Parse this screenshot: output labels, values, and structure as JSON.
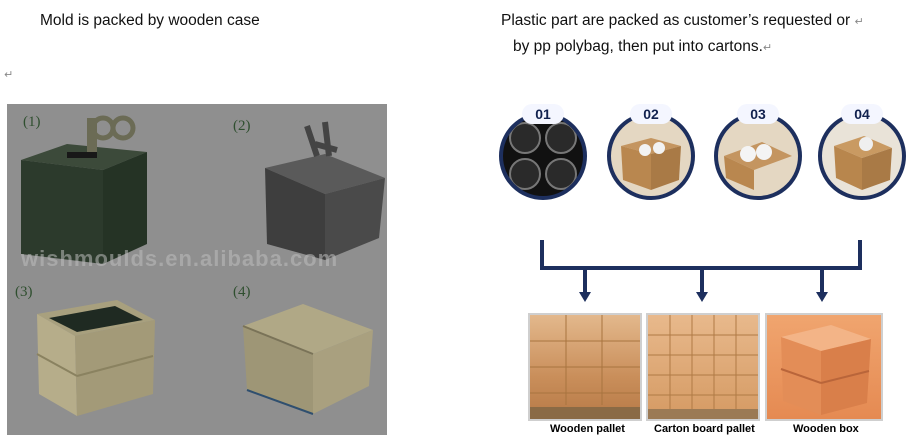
{
  "left": {
    "caption": "Mold is packed by wooden case",
    "steps": [
      "(1)",
      "(2)",
      "(3)",
      "(4)"
    ],
    "watermark": "wishmoulds.en.alibaba.com"
  },
  "right": {
    "caption_line1": "Plastic part are packed as customer’s requested or",
    "caption_line2": "by pp polybag, then put into cartons.",
    "badges": [
      "01",
      "02",
      "03",
      "04"
    ],
    "options": [
      "Wooden pallet",
      "Carton board pallet",
      "Wooden box"
    ]
  },
  "return_mark": "↵",
  "colors": {
    "navy": "#1d2f5e",
    "panel_gray": "#8f8f8f",
    "carton": "#d9a36b"
  }
}
